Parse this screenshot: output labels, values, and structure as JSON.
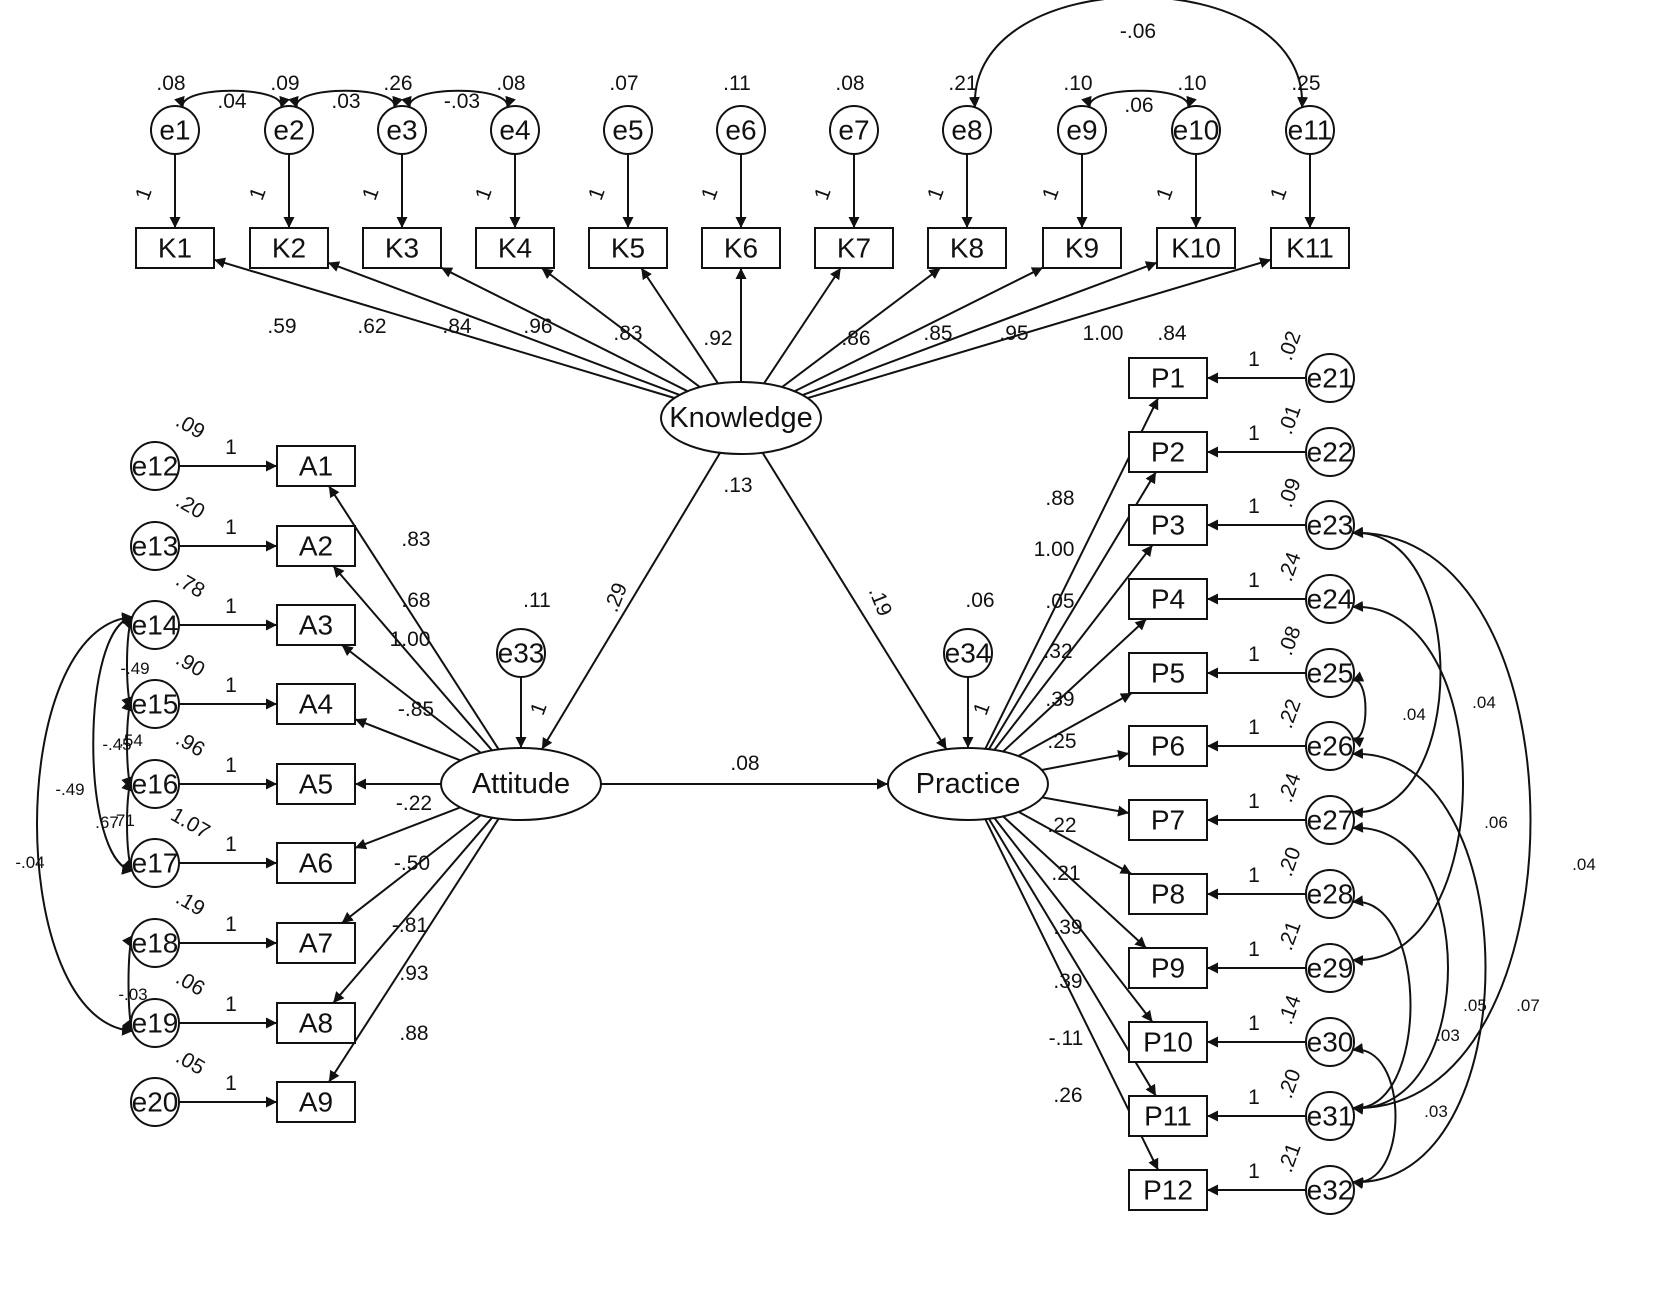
{
  "latents": [
    {
      "id": "knowledge",
      "label": "Knowledge"
    },
    {
      "id": "attitude",
      "label": "Attitude"
    },
    {
      "id": "practice",
      "label": "Practice"
    }
  ],
  "indicators": {
    "knowledge": [
      "K1",
      "K2",
      "K3",
      "K4",
      "K5",
      "K6",
      "K7",
      "K8",
      "K9",
      "K10",
      "K11"
    ],
    "attitude": [
      "A1",
      "A2",
      "A3",
      "A4",
      "A5",
      "A6",
      "A7",
      "A8",
      "A9"
    ],
    "practice": [
      "P1",
      "P2",
      "P3",
      "P4",
      "P5",
      "P6",
      "P7",
      "P8",
      "P9",
      "P10",
      "P11",
      "P12"
    ]
  },
  "errors": {
    "knowledge": [
      "e1",
      "e2",
      "e3",
      "e4",
      "e5",
      "e6",
      "e7",
      "e8",
      "e9",
      "e10",
      "e11"
    ],
    "attitude": [
      "e12",
      "e13",
      "e14",
      "e15",
      "e16",
      "e17",
      "e18",
      "e19",
      "e20"
    ],
    "practice": [
      "e21",
      "e22",
      "e23",
      "e24",
      "e25",
      "e26",
      "e27",
      "e28",
      "e29",
      "e30",
      "e31",
      "e32"
    ],
    "structural": [
      "e33",
      "e34"
    ]
  },
  "error_variances": {
    "knowledge": [
      ".08",
      ".09",
      ".26",
      ".08",
      ".07",
      ".11",
      ".08",
      ".21",
      ".10",
      ".10",
      ".25"
    ],
    "attitude": [
      ".09",
      ".20",
      ".78",
      ".90",
      ".96",
      "1.07",
      ".19",
      ".06",
      ".05"
    ],
    "practice": [
      ".02",
      ".01",
      ".09",
      ".24",
      ".08",
      ".22",
      ".24",
      ".20",
      ".21",
      ".14",
      ".20",
      ".21"
    ],
    "structural": [
      ".11",
      ".06"
    ]
  },
  "loadings": {
    "knowledge": [
      ".59",
      ".62",
      ".84",
      ".96",
      ".83",
      ".92",
      ".86",
      ".85",
      ".95",
      "1.00",
      ".84"
    ],
    "attitude": [
      ".83",
      ".68",
      "1.00",
      "-.85",
      "-.22",
      "-.50",
      "-.81",
      ".93",
      ".88"
    ],
    "practice": [
      ".88",
      "1.00",
      ".05",
      ".32",
      ".39",
      ".25",
      ".22",
      ".21",
      ".39",
      ".39",
      "-.11",
      ".26"
    ]
  },
  "fixed_path": "1",
  "structural_paths": [
    {
      "from": "knowledge",
      "to": "attitude",
      "value": ".29"
    },
    {
      "from": "knowledge",
      "to": "practice",
      "value": ".19"
    },
    {
      "from": "attitude",
      "to": "practice",
      "value": ".08"
    }
  ],
  "knowledge_r2": ".13",
  "covariances": [
    {
      "between": [
        "e1",
        "e2"
      ],
      "value": ".04"
    },
    {
      "between": [
        "e2",
        "e3"
      ],
      "value": ".03"
    },
    {
      "between": [
        "e3",
        "e4"
      ],
      "value": "-.03"
    },
    {
      "between": [
        "e8",
        "e11"
      ],
      "value": "-.06"
    },
    {
      "between": [
        "e9",
        "e10"
      ],
      "value": ".06"
    },
    {
      "between": [
        "e14",
        "e15"
      ],
      "value": "-.49"
    },
    {
      "between": [
        "e15",
        "e16"
      ],
      "value": "-.45"
    },
    {
      "between": [
        "e16",
        "e17"
      ],
      "value": ".67"
    },
    {
      "between": [
        "e14",
        "e17"
      ],
      "value": "-.49"
    },
    {
      "between": [
        "e14",
        "e19"
      ],
      "value": "-.04"
    },
    {
      "between": [
        "e18",
        "e19"
      ],
      "value": "-.03"
    },
    {
      "between": [
        "e15",
        "e16"
      ],
      "value": ".54"
    },
    {
      "between": [
        "e16",
        "e17"
      ],
      "value": ".71"
    },
    {
      "between": [
        "e25",
        "e26"
      ],
      "value": ".04"
    },
    {
      "between": [
        "e23",
        "e27"
      ],
      "value": ".04"
    },
    {
      "between": [
        "e24",
        "e29"
      ],
      "value": ".06"
    },
    {
      "between": [
        "e23",
        "e31"
      ],
      "value": ".04"
    },
    {
      "between": [
        "e27",
        "e31"
      ],
      "value": ".05"
    },
    {
      "between": [
        "e26",
        "e32"
      ],
      "value": ".07"
    },
    {
      "between": [
        "e28",
        "e31"
      ],
      "value": ".03"
    },
    {
      "between": [
        "e30",
        "e32"
      ],
      "value": ".03"
    }
  ]
}
